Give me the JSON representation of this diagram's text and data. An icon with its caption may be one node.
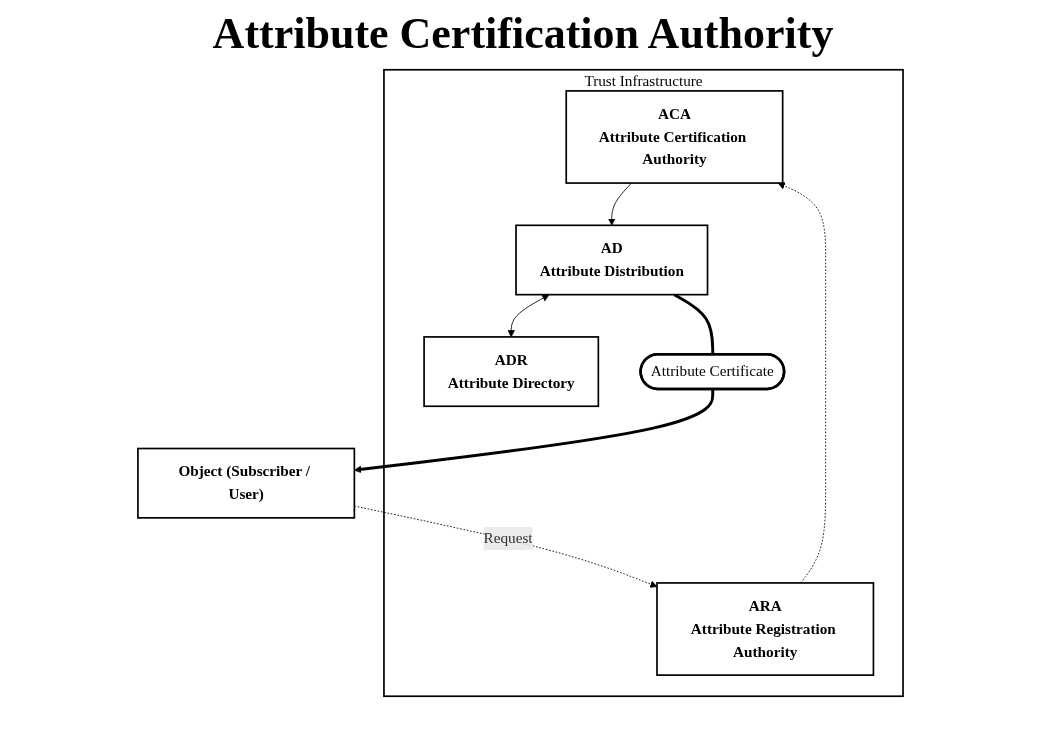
{
  "diagram": {
    "title": "Attribute Certification Authority",
    "nodes": [
      {
        "text": [
          "Trust Infrastructure"
        ]
      },
      {
        "text": [
          "ACA",
          "Attribute Certification Authority"
        ],
        "in": 0
      },
      {
        "text": [
          "AD",
          "Attribute Distribution"
        ],
        "in": 0
      },
      {
        "text": [
          "ADR",
          "Attribute Directory"
        ],
        "in": 0
      },
      {
        "text": [
          "ARA",
          "Attribute Registration Authority"
        ],
        "in": 0
      },
      {
        "text": [
          "Attribute Certificate"
        ],
        "in": 0
      },
      {
        "text": [
          "Object (Subscriber / User)"
        ]
      }
    ],
    "edges": [
      {
        "from": 1,
        "to": 2,
        "arrow": "to"
      },
      {
        "from": 2,
        "to": 3,
        "arrow": "both"
      },
      {
        "from": 4,
        "to": 1,
        "arrow": "to",
        "style": "dashed"
      },
      {
        "from": 6,
        "to": 4,
        "arrow": "to",
        "style": "dashed",
        "label": "Request"
      },
      {
        "from": 2,
        "to": 5,
        "arrow": "none",
        "style": "thick"
      },
      {
        "from": 5,
        "to": 6,
        "arrow": "to",
        "style": "thick"
      }
    ]
  }
}
